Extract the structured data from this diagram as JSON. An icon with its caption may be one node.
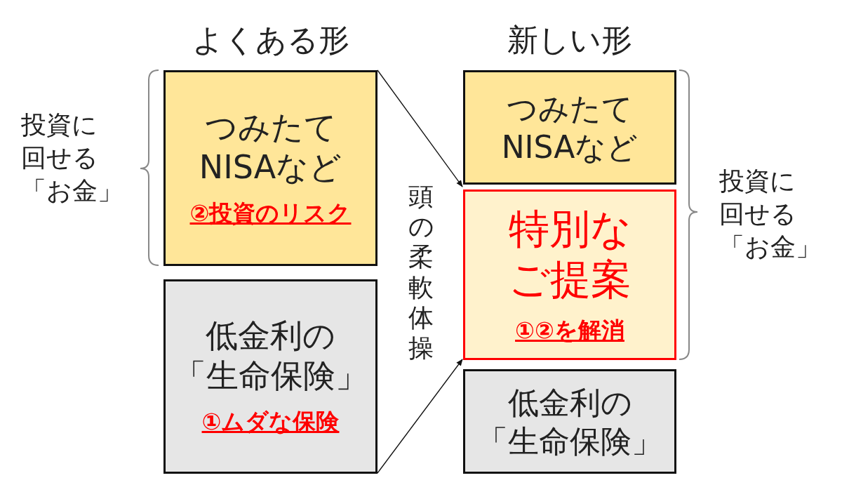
{
  "diagram": {
    "nodes": [
      {
        "text": [
          "つみたてNISAなど",
          "②投資のリスク"
        ]
      },
      {
        "text": [
          "低金利の「生命保険」",
          "①ムダな保険"
        ]
      },
      {
        "text": [
          "つみたてNISAなど"
        ]
      },
      {
        "text": [
          "特別なご提案",
          "①②を解消"
        ]
      },
      {
        "text": [
          "低金利の「生命保険」"
        ]
      }
    ],
    "edges": [
      {
        "from": 0,
        "to": 3,
        "arrow": "to"
      },
      {
        "from": 1,
        "to": 3,
        "arrow": "to"
      }
    ],
    "labels": [
      "よくある形",
      "新しい形",
      "投資に回せる「お金」",
      "頭の柔軟体操",
      "投資に回せる「お金」"
    ]
  }
}
